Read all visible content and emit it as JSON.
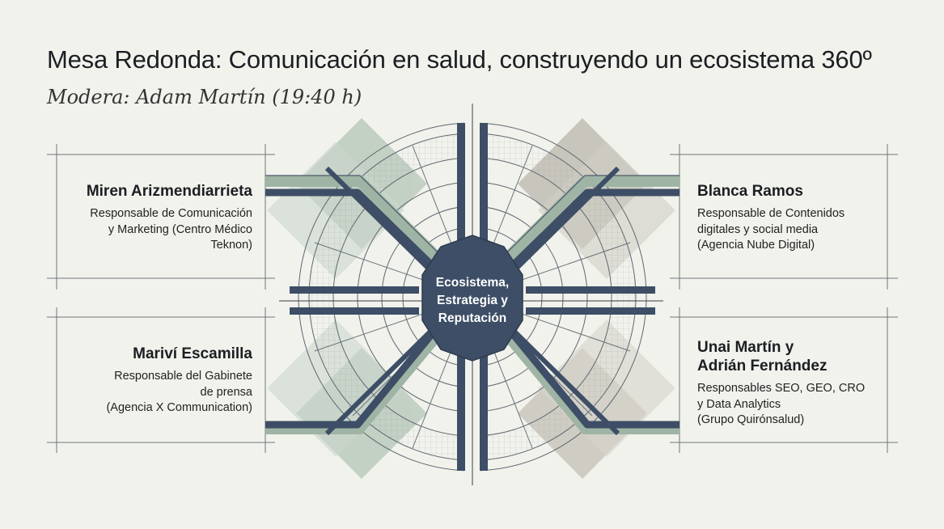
{
  "header": {
    "title": "Mesa Redonda: Comunicación en salud, construyendo un ecosistema 360º",
    "moderator": "Modera: Adam Martín (19:40 h)"
  },
  "hub": {
    "label_lines": [
      "Ecosistema,",
      "Estrategia y",
      "Reputación"
    ]
  },
  "speakers": [
    {
      "name_lines": [
        "Miren Arizmendiarrieta"
      ],
      "role_lines": [
        "Responsable de Comunicación",
        "y Marketing (Centro Médico",
        "Teknon)"
      ]
    },
    {
      "name_lines": [
        "Blanca Ramos"
      ],
      "role_lines": [
        "Responsable de Contenidos",
        "digitales y social media",
        "(Agencia Nube Digital)"
      ]
    },
    {
      "name_lines": [
        "Mariví Escamilla"
      ],
      "role_lines": [
        "Responsable del Gabinete",
        "de prensa",
        "(Agencia X Communication)"
      ]
    },
    {
      "name_lines": [
        "Unai Martín y",
        "Adrián Fernández"
      ],
      "role_lines": [
        "Responsables SEO, GEO, CRO",
        "y Data Analytics",
        "(Grupo Quirónsalud)"
      ]
    }
  ],
  "colors": {
    "background": "#f1f2ec",
    "navy": "#3d4e66",
    "sage": "#9db3a2",
    "taupe": "#a39f92",
    "hub_text": "#ffffff"
  }
}
